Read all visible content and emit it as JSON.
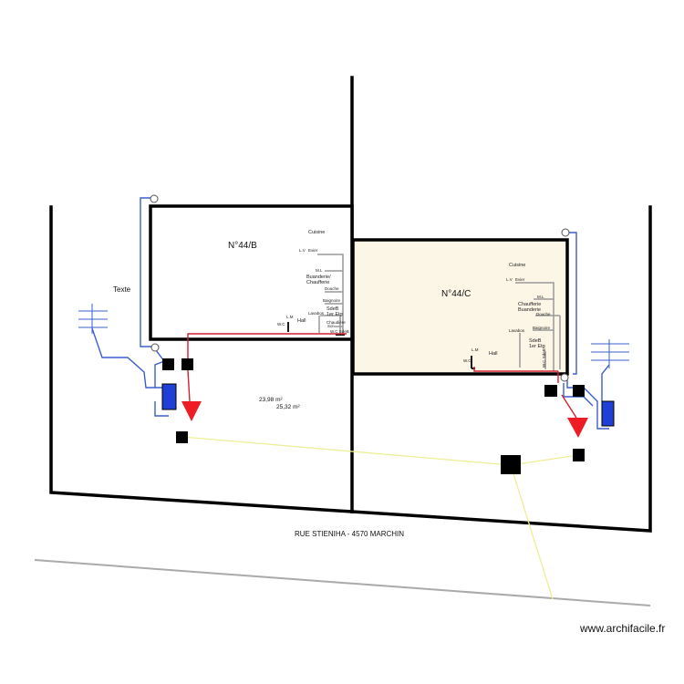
{
  "plan": {
    "label_text": "Texte",
    "street": "RUE STIENIHA - 4570 MARCHIN",
    "watermark": "www.archifacile.fr",
    "areas": [
      "23,98 m²",
      "25,32 m²"
    ]
  },
  "house_b": {
    "title": "N°44/B",
    "cuisine": "Cuisine",
    "lv": "L.V",
    "evier": "Evier",
    "ml": "M.L",
    "buanderie": "Buanderie/",
    "chaufferie": "Chaufferie",
    "douche": "Douche",
    "baignoire": "Baignoire",
    "lavabos": "Lavabos",
    "sdeb": "SdeB",
    "etage": "1er Etg",
    "lm": "L.M",
    "hall": "Hall",
    "wc": "W.C",
    "chaudiere": "Chaudière",
    "sol": "Sol",
    "wc_sdeb": "W.C SdeB"
  },
  "house_c": {
    "title": "N°44/C",
    "cuisine": "Cuisine",
    "lv": "L.V",
    "evier": "Evier",
    "ml": "M.L",
    "chaufferie": "Chaufferie",
    "buanderie": "Buanderie",
    "douche": "Douche",
    "baignoire": "Baignoire",
    "lavabos": "Lavabos",
    "sdeb": "SdeB",
    "etage": "1er Etg",
    "lm": "L.M",
    "hall": "Hall",
    "wc": "W.C",
    "wc_sdeb": "W.C SdeB"
  },
  "colors": {
    "wall": "#000000",
    "house_c_fill": "#fbf6e6",
    "water_line": "#3a5fcd",
    "drain_line": "#d42030",
    "sewer_line": "#eeee99",
    "pipe_gray": "#999999",
    "road_line": "#aaaaaa",
    "tank": "#1f3fd6",
    "arrow": "#ee1c24"
  }
}
